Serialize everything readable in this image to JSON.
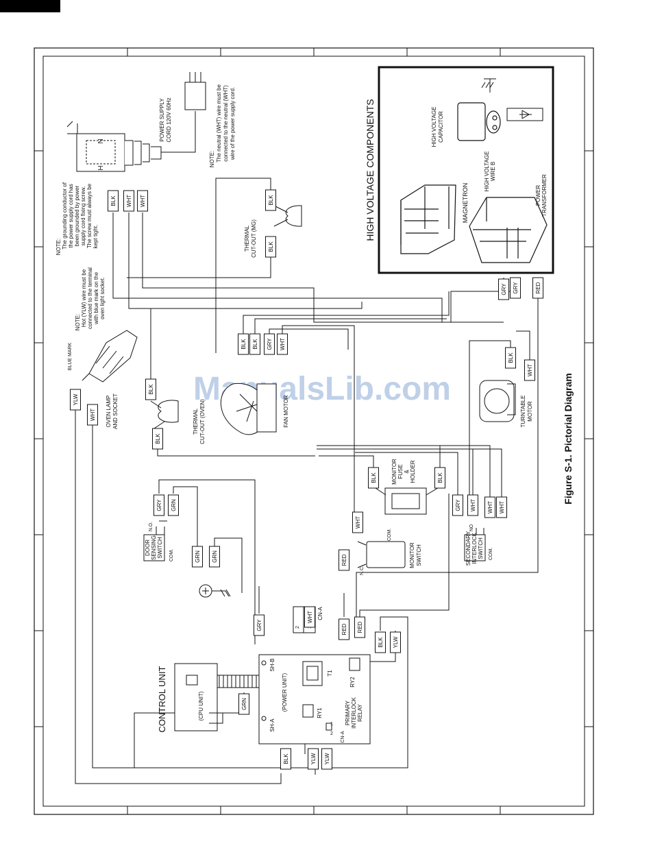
{
  "figure_title": "Figure S-1. Pictorial Diagram",
  "watermark": "ManualsLib.com",
  "hv": {
    "title": "HIGH VOLTAGE COMPONENTS",
    "capacitor": "HIGH VOLTAGE CAPACITOR",
    "magnetron": "MAGNETRON",
    "hv_wire_l1": "HIGH VOLTAGE",
    "hv_wire_l2": "WIRE B",
    "transformer_l1": "POWER",
    "transformer_l2": "TRANSFORMER"
  },
  "notes": {
    "power_cord_l1": "POWER SUPPLY",
    "power_cord_l2": "CORD 120V 60Hz",
    "neutral_l1": "NOTE:",
    "neutral_l2": "The neutral (WHT) wire must be",
    "neutral_l3": "connected to the neutral (WHT)",
    "neutral_l4": "wire of the power supply cord.",
    "ground_l1": "NOTE:",
    "ground_l2": "The grounding conductor of",
    "ground_l3": "the power supply cord has",
    "ground_l4": "been grounded by power",
    "ground_l5": "supply cord fixing screw.",
    "ground_l6": "The screw must always be",
    "ground_l7": "kept tight.",
    "hot_l1": "NOTE:",
    "hot_l2": "Hot (YLW) wire must be",
    "hot_l3": "connected to the terminal",
    "hot_l4": "with blue mark on the",
    "hot_l5": "oven light socket."
  },
  "plug": {
    "n": "N",
    "h": "H"
  },
  "components": {
    "blue_mark": "BLUE MARK",
    "oven_lamp_l1": "OVEN LAMP",
    "oven_lamp_l2": "AND SOCKET",
    "thermal_mg_l1": "THERMAL",
    "thermal_mg_l2": "CUT-OUT (MG)",
    "thermal_oven_l1": "THERMAL",
    "thermal_oven_l2": "CUT-OUT (OVEN)",
    "fan_motor": "FAN MOTOR",
    "turntable_l1": "TURNTABLE",
    "turntable_l2": "MOTOR",
    "monitor_fuse_l1": "MONITOR",
    "monitor_fuse_l2": "FUSE",
    "monitor_fuse_l3": "&",
    "monitor_fuse_l4": "HOLDER",
    "monitor_switch_l1": "MONITOR",
    "monitor_switch_l2": "SWITCH",
    "com": "COM.",
    "nc": "N.C.",
    "no_dot": "N.O.",
    "no": "NO",
    "door_l1": "DOOR",
    "door_l2": "SENSING",
    "door_l3": "SWITCH",
    "sec_l1": "SECONDARY",
    "sec_l2": "INTERLOCK",
    "sec_l3": "SWITCH",
    "control_unit": "CONTROL UNIT",
    "cpu_unit": "(CPU UNIT)",
    "power_unit": "(POWER UNIT)",
    "sh_a": "SH-A",
    "sh_b": "SH-B",
    "t1": "T1",
    "ry1": "RY1",
    "ry2": "RY2",
    "cn_a": "CN-A",
    "primary_l1": "PRIMARY",
    "primary_l2": "INTERLOCK",
    "primary_l3": "RELAY",
    "cn_pin1": "1",
    "cn_pin2": "2"
  },
  "wire_colors": {
    "blk": "BLK",
    "wht": "WHT",
    "gry": "GRY",
    "red": "RED",
    "grn": "GRN",
    "ylw": "YLW"
  },
  "colors": {
    "ink": "#111111",
    "watermark": "#b9cbe6",
    "background": "#ffffff"
  }
}
